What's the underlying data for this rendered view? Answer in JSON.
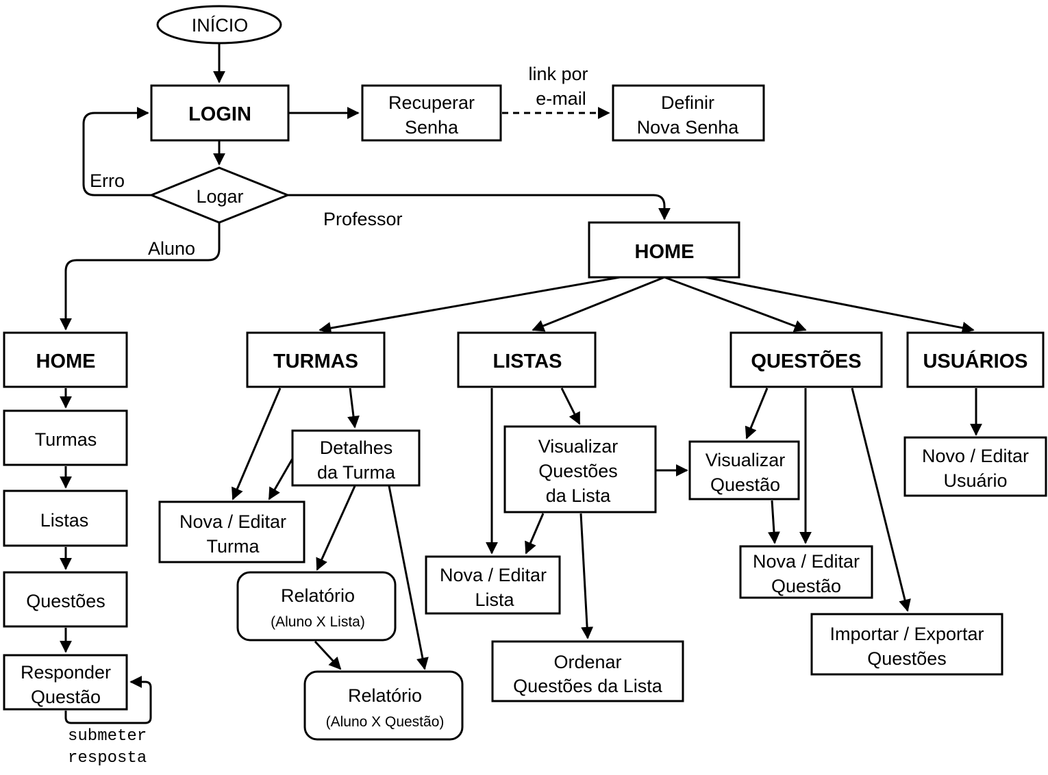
{
  "nodes": {
    "inicio": "INÍCIO",
    "login": "LOGIN",
    "recuperar_1": "Recuperar",
    "recuperar_2": "Senha",
    "definir_1": "Definir",
    "definir_2": "Nova Senha",
    "logar": "Logar",
    "home_prof": "HOME",
    "home_aluno": "HOME",
    "aluno_turmas": "Turmas",
    "aluno_listas": "Listas",
    "aluno_questoes": "Questões",
    "responder_1": "Responder",
    "responder_2": "Questão",
    "turmas": "TURMAS",
    "listas": "LISTAS",
    "questoes": "QUESTÕES",
    "usuarios": "USUÁRIOS",
    "detalhes_1": "Detalhes",
    "detalhes_2": "da Turma",
    "nova_turma_1": "Nova / Editar",
    "nova_turma_2": "Turma",
    "rel_lista_1": "Relatório",
    "rel_lista_2": "(Aluno X Lista)",
    "rel_questao_1": "Relatório",
    "rel_questao_2": "(Aluno X Questão)",
    "vis_lista_1": "Visualizar",
    "vis_lista_2": "Questões",
    "vis_lista_3": "da Lista",
    "nova_lista_1": "Nova / Editar",
    "nova_lista_2": "Lista",
    "ordenar_1": "Ordenar",
    "ordenar_2": "Questões da Lista",
    "vis_questao_1": "Visualizar",
    "vis_questao_2": "Questão",
    "nova_questao_1": "Nova / Editar",
    "nova_questao_2": "Questão",
    "importar_1": "Importar / Exportar",
    "importar_2": "Questões",
    "novo_usuario_1": "Novo / Editar",
    "novo_usuario_2": "Usuário"
  },
  "edge_labels": {
    "link_1": "link por",
    "link_2": "e-mail",
    "erro": "Erro",
    "professor": "Professor",
    "aluno": "Aluno",
    "submeter_1": "submeter",
    "submeter_2": "resposta"
  }
}
